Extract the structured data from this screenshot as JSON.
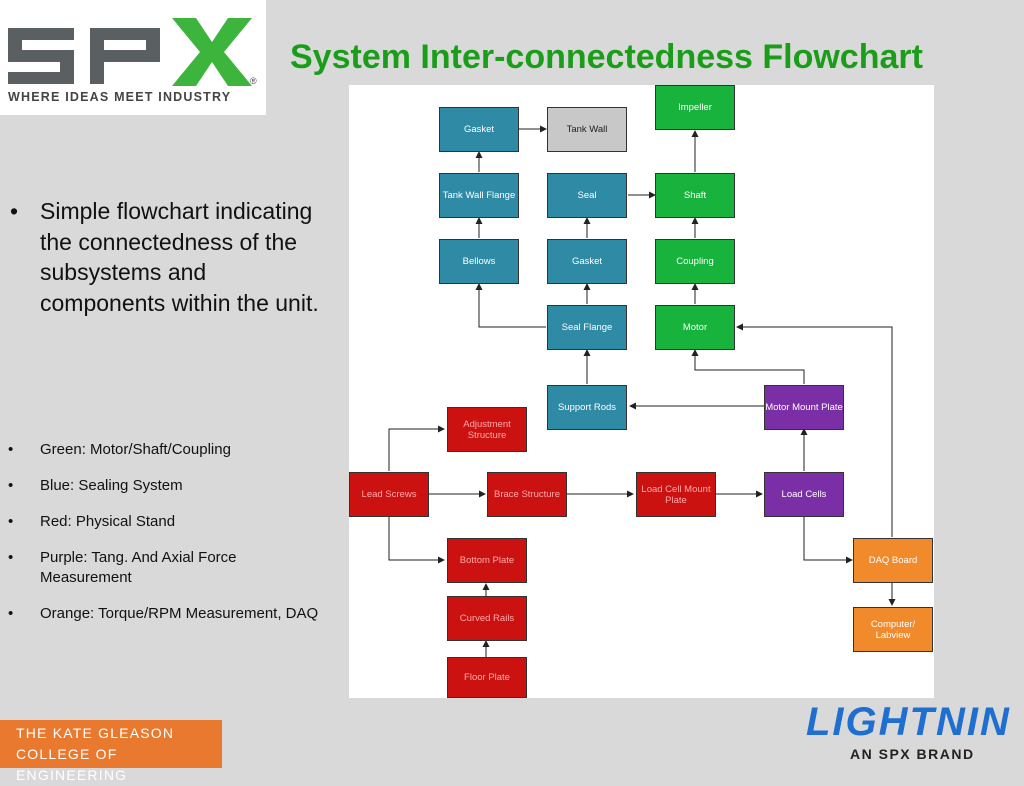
{
  "logo": {
    "text": "SPX",
    "tagline": "WHERE IDEAS MEET INDUSTRY"
  },
  "title": "System Inter-connectedness Flowchart",
  "main_bullet": "Simple flowchart indicating the connectedness of the subsystems and components within the unit.",
  "legend": [
    "Green: Motor/Shaft/Coupling",
    "Blue: Sealing System",
    "Red: Physical Stand",
    "Purple: Tang. And Axial Force Measurement",
    "Orange: Torque/RPM Measurement, DAQ"
  ],
  "colors": {
    "blue": "#2f8aa6",
    "green": "#18b33c",
    "red": "#cc1111",
    "purple": "#7a2fa6",
    "orange": "#f08a2a",
    "grey": "#c8c8c8"
  },
  "nodes": {
    "gasket_top": "Gasket",
    "tank_wall": "Tank Wall",
    "impeller": "Impeller",
    "tank_wall_flange": "Tank Wall Flange",
    "seal": "Seal",
    "shaft": "Shaft",
    "bellows": "Bellows",
    "gasket_mid": "Gasket",
    "coupling": "Coupling",
    "seal_flange": "Seal Flange",
    "motor": "Motor",
    "support_rods": "Support Rods",
    "motor_mount_plate": "Motor Mount Plate",
    "adjustment_structure": "Adjustment Structure",
    "lead_screws": "Lead Screws",
    "brace_structure": "Brace Structure",
    "load_cell_mount_plate": "Load Cell Mount Plate",
    "load_cells": "Load Cells",
    "bottom_plate": "Bottom Plate",
    "daq_board": "DAQ Board",
    "curved_rails": "Curved Rails",
    "computer_labview": "Computer/ Labview",
    "floor_plate": "Floor Plate"
  },
  "footer": {
    "college_line1": "THE KATE GLEASON",
    "college_line2": "COLLEGE OF ENGINEERING",
    "brand": "LIGHTNIN",
    "brand_sub": "AN SPX BRAND"
  }
}
